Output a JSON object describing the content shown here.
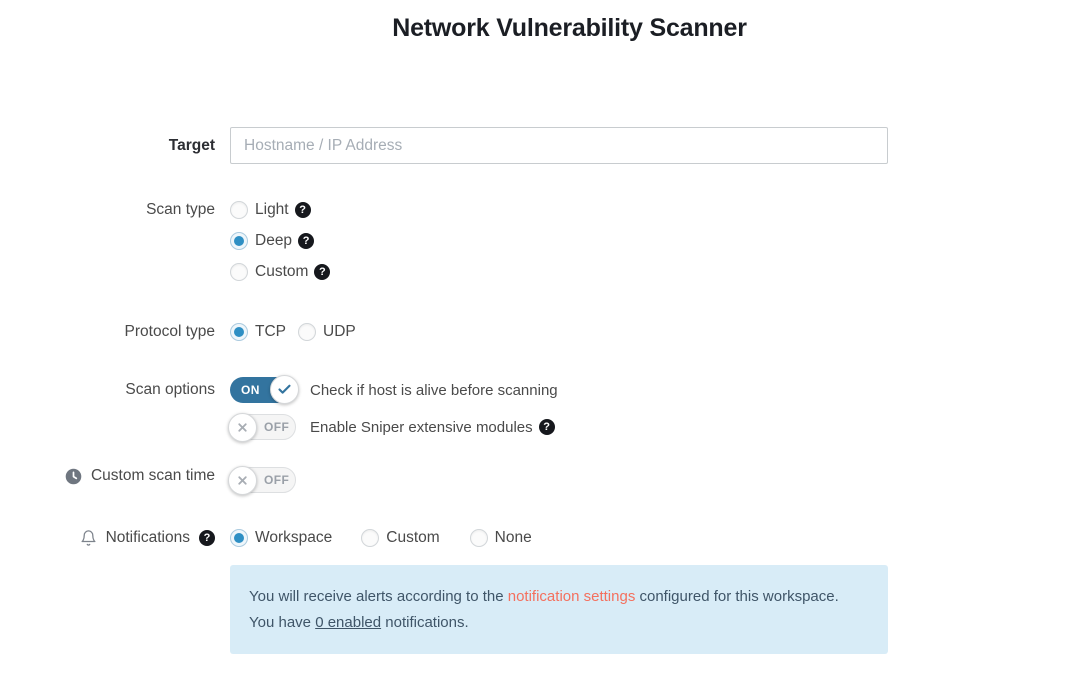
{
  "page": {
    "title": "Network Vulnerability Scanner"
  },
  "form": {
    "target": {
      "label": "Target",
      "placeholder": "Hostname / IP Address",
      "value": ""
    },
    "scan_type": {
      "label": "Scan type",
      "options": [
        {
          "label": "Light",
          "selected": false,
          "help": true
        },
        {
          "label": "Deep",
          "selected": true,
          "help": true
        },
        {
          "label": "Custom",
          "selected": false,
          "help": true
        }
      ]
    },
    "protocol_type": {
      "label": "Protocol type",
      "options": [
        {
          "label": "TCP",
          "selected": true
        },
        {
          "label": "UDP",
          "selected": false
        }
      ]
    },
    "scan_options": {
      "label": "Scan options",
      "toggles": [
        {
          "state": "ON",
          "label": "Check if host is alive before scanning",
          "help": false
        },
        {
          "state": "OFF",
          "label": "Enable Sniper extensive modules",
          "help": true
        }
      ]
    },
    "custom_scan_time": {
      "label": "Custom scan time",
      "state": "OFF"
    },
    "notifications": {
      "label": "Notifications",
      "options": [
        {
          "label": "Workspace",
          "selected": true
        },
        {
          "label": "Custom",
          "selected": false
        },
        {
          "label": "None",
          "selected": false
        }
      ],
      "info": {
        "line1_pre": "You will receive alerts according to the ",
        "line1_link": "notification settings",
        "line1_post": " configured for this workspace.",
        "line2_pre": "You have ",
        "line2_link": "0 enabled",
        "line2_post": " notifications."
      }
    }
  },
  "icons": {
    "question_glyph": "?",
    "clock": "clock-icon",
    "bell": "bell-icon"
  },
  "colors": {
    "accent_blue_radio": "#2e8fc4",
    "accent_blue_toggle": "#33749f",
    "info_box_bg": "#d8ecf7",
    "info_text": "#3f5568",
    "link_salmon": "#f4705e",
    "title_text": "#1b1e24",
    "label_text": "#4a4a4a",
    "placeholder_text": "#a6adb5"
  }
}
